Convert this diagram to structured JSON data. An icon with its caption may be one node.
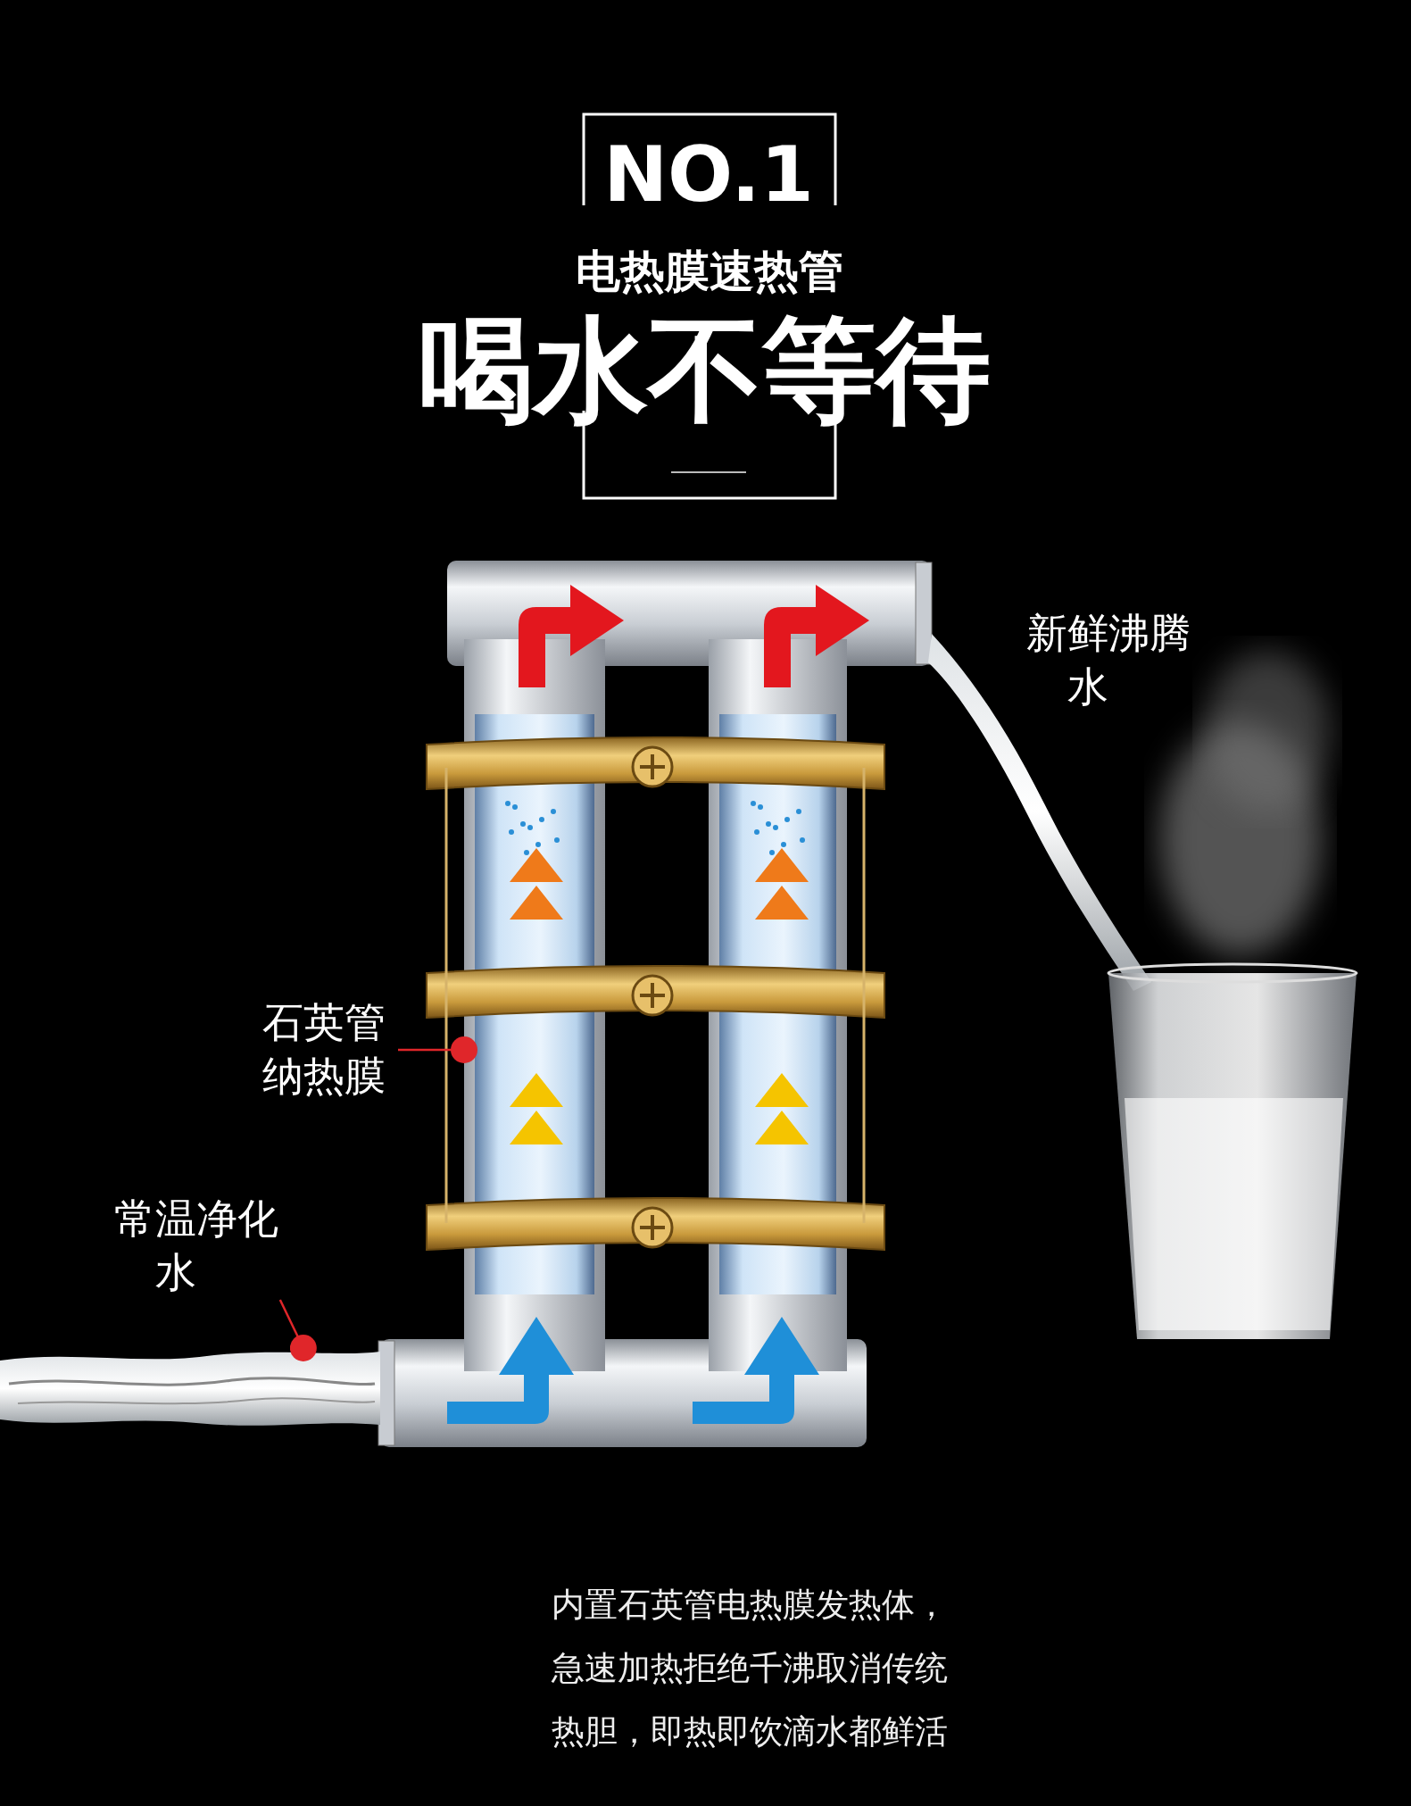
{
  "diagram": {
    "title": "喝水不等待",
    "caption": "内置石英管电热膜发热体，急速加热拒绝千沸取消传统热胆，即热即饮滴水都鲜活",
    "nodes": [
      {
        "text": [
          "石英管纳热膜"
        ]
      },
      {
        "text": [],
        "shape": "picture"
      },
      {
        "text": [
          "常温净化水"
        ]
      },
      {
        "text": [],
        "shape": "picture"
      }
    ],
    "edges": [
      {
        "from": 0,
        "to": 1,
        "arrow": "other"
      },
      {
        "from": 2,
        "to": 3,
        "arrow": "other"
      }
    ],
    "labels": [
      "NO.1",
      "电热膜速热管",
      "新鲜沸腾水"
    ]
  }
}
